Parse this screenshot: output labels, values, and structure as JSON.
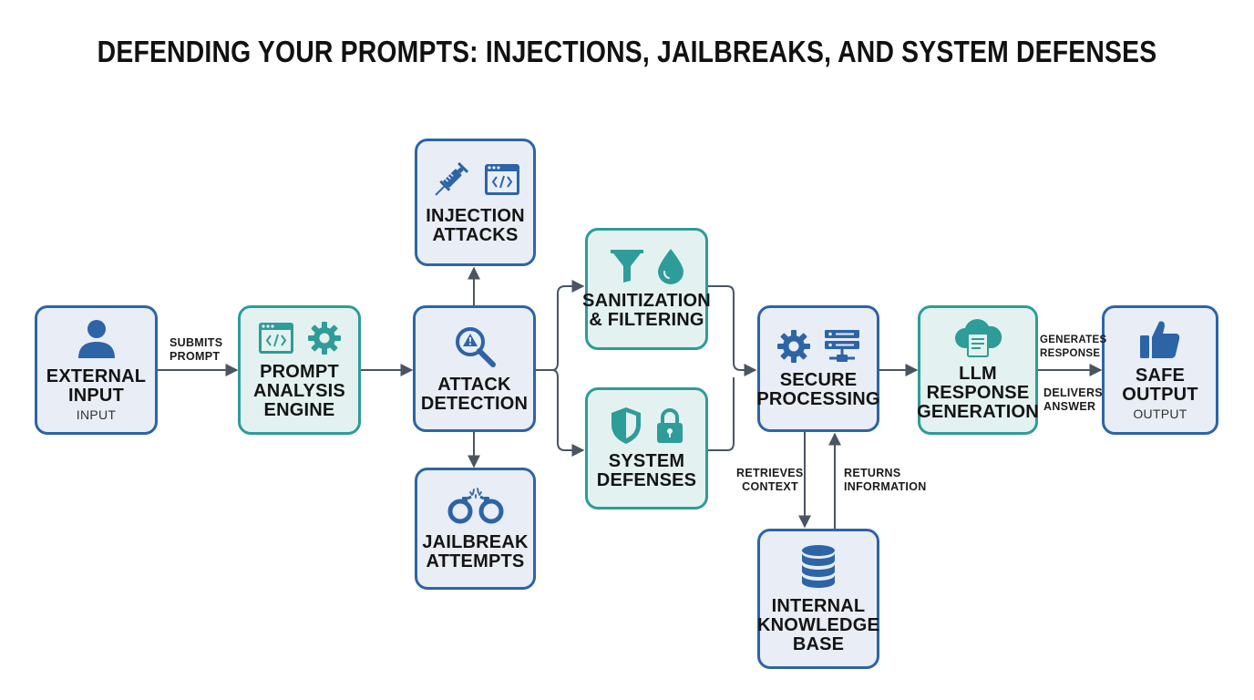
{
  "title": "DEFENDING YOUR PROMPTS: INJECTIONS, JAILBREAKS, AND SYSTEM DEFENSES",
  "colors": {
    "blue": "#2d64a6",
    "teal": "#2e9c99",
    "arrow": "#4a5563"
  },
  "nodes": {
    "external_input": {
      "label": "EXTERNAL\nINPUT",
      "sub": "INPUT",
      "icon": "user-icon"
    },
    "prompt_analysis": {
      "label": "PROMPT\nANALYSIS\nENGINE",
      "icons": [
        "code-window-icon",
        "gear-icon"
      ]
    },
    "attack_detection": {
      "label": "ATTACK\nDETECTION",
      "icon": "magnifier-warning-icon"
    },
    "injection_attacks": {
      "label": "INJECTION\nATTACKS",
      "icons": [
        "syringe-icon",
        "code-window-icon"
      ]
    },
    "jailbreak_attempts": {
      "label": "JAILBREAK\nATTEMPTS",
      "icon": "broken-handcuffs-icon"
    },
    "sanitization": {
      "label": "SANITIZATION\n& FILTERING",
      "icons": [
        "funnel-icon",
        "droplet-icon"
      ]
    },
    "system_defenses": {
      "label": "SYSTEM\nDEFENSES",
      "icons": [
        "shield-icon",
        "padlock-icon"
      ]
    },
    "secure_processing": {
      "label": "SECURE\nPROCESSING",
      "icons": [
        "gear-icon",
        "server-icon"
      ]
    },
    "knowledge_base": {
      "label": "INTERNAL\nKNOWLEDGE\nBASE",
      "icon": "database-icon"
    },
    "llm_response": {
      "label": "LLM\nRESPONSE\nGENERATION",
      "icon": "cloud-document-icon"
    },
    "safe_output": {
      "label": "SAFE\nOUTPUT",
      "sub": "OUTPUT",
      "icon": "thumbs-up-icon"
    }
  },
  "edges": {
    "submits_prompt": "SUBMITS\nPROMPT",
    "retrieves_context": "RETRIEVES\nCONTEXT",
    "returns_information": "RETURNS\nINFORMATION",
    "generates_response": "GENERATES\nRESPONSE",
    "delivers_answer": "DELIVERS\nANSWER"
  }
}
